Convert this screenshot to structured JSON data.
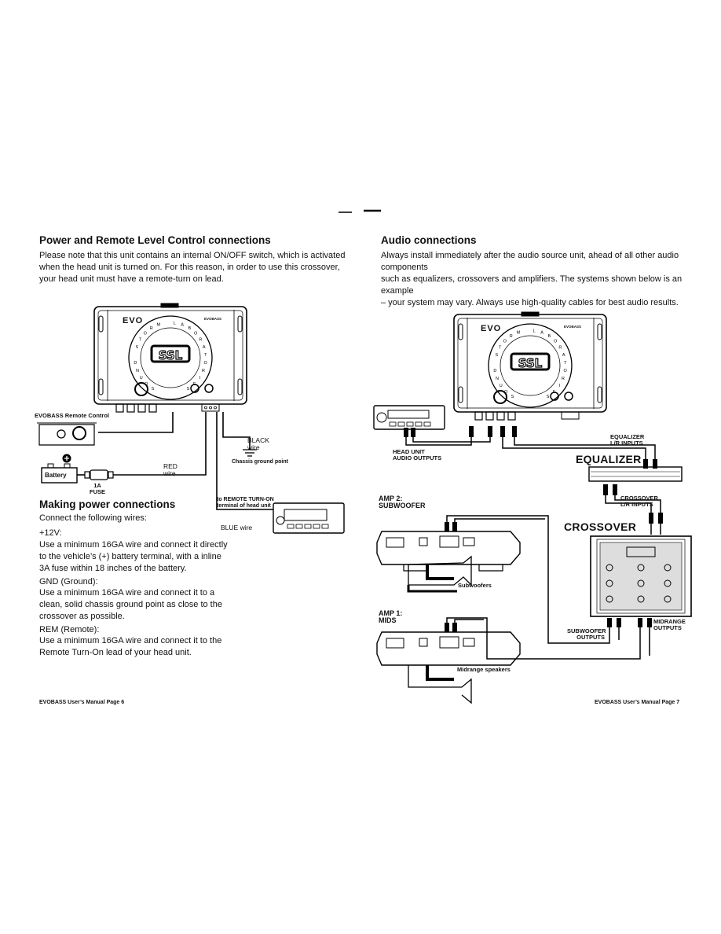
{
  "left": {
    "title": "Power and Remote Level Control connections",
    "intro": [
      "Please note that this unit contains an internal ON/OFF switch, which is activated",
      "when the head unit is turned on. For this reason, in order to use this crossover,",
      "your head unit must have a remote-turn on lead."
    ],
    "remote_label": "EVOBASS Remote Control",
    "battery": "Battery",
    "red_wire": [
      "RED",
      "wire"
    ],
    "fuse": [
      "1A",
      "FUSE"
    ],
    "black_wire": [
      "BLACK",
      "wire"
    ],
    "chassis_ground": "Chassis ground point",
    "remote_turn_on": [
      "to REMOTE TURN-ON",
      "terminal of head unit"
    ],
    "blue_wire": "BLUE wire",
    "making_title": "Making power connections",
    "connect_text": "Connect the following wires:",
    "v12_title": "+12V:",
    "v12_text": [
      "Use a minimum 16GA wire and connect it directly",
      "to the vehicle’s (+) battery terminal, with a inline",
      "3A fuse within 18 inches of the battery."
    ],
    "gnd_title": "GND (Ground):",
    "gnd_text": [
      "Use a minimum 16GA wire and connect it to a",
      "clean, solid chassis ground point as close to the",
      "crossover as possible."
    ],
    "rem_title": "REM (Remote):",
    "rem_text": [
      "Use a minimum 16GA wire and connect it to the",
      "Remote Turn-On lead of your head unit."
    ],
    "footer": "EVOBASS User’s Manual Page 6"
  },
  "right": {
    "title": "Audio connections",
    "intro": [
      "Always install immediately after the audio source unit, ahead of all other audio components",
      "such as equalizers, crossovers and amplifiers. The systems shown below is an example",
      "– your system may vary. Always use high-quality cables for best audio results."
    ],
    "head_unit_outputs": [
      "HEAD UNIT",
      "AUDIO OUTPUTS"
    ],
    "eq_inputs": [
      "EQUALIZER",
      "L/R INPUTS"
    ],
    "equalizer": "EQUALIZER",
    "crossover_inputs": [
      "CROSSOVER",
      "L/R INPUTS"
    ],
    "crossover": "CROSSOVER",
    "amp2": [
      "AMP 2:",
      "SUBWOOFER"
    ],
    "subwoofers": "Subwoofers",
    "amp1": [
      "AMP 1:",
      "MIDS"
    ],
    "midrange_speakers": "Midrange speakers",
    "sub_outputs": [
      "SUBWOOFER",
      "OUTPUTS"
    ],
    "mid_outputs": [
      "MIDRANGE",
      "OUTPUTS"
    ],
    "footer": "EVOBASS User’s Manual Page 7"
  },
  "device": {
    "brand": "EVO",
    "model": "EVOBASS",
    "logo": "SSL",
    "ring_text": "SOUND STORM LABORATORIES"
  }
}
